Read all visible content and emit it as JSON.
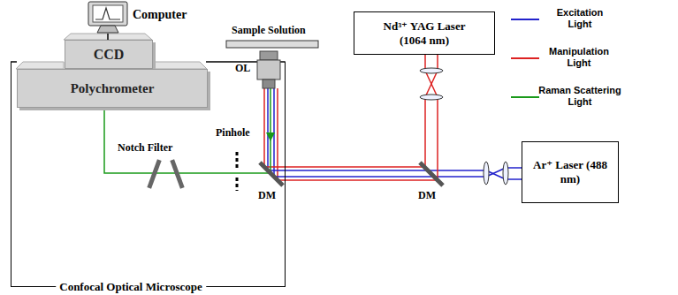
{
  "diagram": {
    "nodes": [
      {
        "text": [
          "Computer"
        ]
      },
      {
        "text": [
          "Confocal Optical Microscope"
        ]
      },
      {
        "text": [
          "CCD"
        ],
        "in": 1
      },
      {
        "text": [
          "Polychrometer"
        ],
        "in": 1
      },
      {
        "text": [
          "Nd³⁺ YAG Laser (1064 nm)"
        ]
      },
      {
        "text": [
          "Ar⁺ Laser (488 nm)"
        ]
      }
    ],
    "edges": [
      {
        "from": 0,
        "to": 2,
        "arrow": "none"
      }
    ],
    "labels": [
      "Sample Solution",
      "OL",
      "Pinhole",
      "Notch Filter",
      "DM",
      "DM"
    ],
    "legend": [
      {
        "text": "Excitation Light"
      },
      {
        "text": "Manipulation Light"
      },
      {
        "text": "Raman Scattering Light"
      }
    ]
  }
}
